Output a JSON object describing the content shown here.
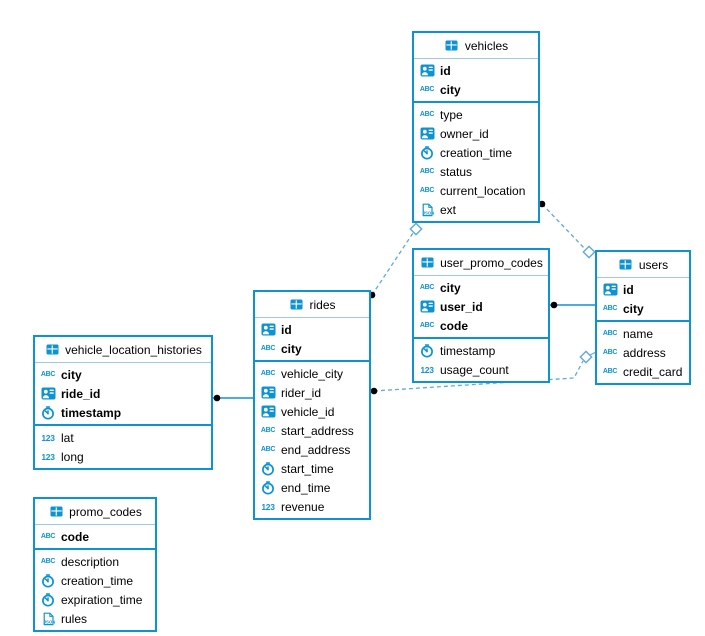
{
  "colors": {
    "accent": "#0e93d1",
    "accent_light": "#9fcae4",
    "dashed_line": "#5fa9dc",
    "dot": "#000000",
    "background": "#ffffff"
  },
  "icon_labels": {
    "text": "ABC",
    "number": "123",
    "json": "JSON"
  },
  "icon_names": {
    "table": "table-icon",
    "uuid": "id-badge-icon",
    "text": "abc-text-type-icon",
    "number": "numeric-type-icon",
    "timestamp": "clock-icon",
    "json": "json-type-icon"
  },
  "tables": [
    {
      "key": "vehicles",
      "title": "vehicles",
      "pk": [
        {
          "name": "id",
          "type": "uuid"
        },
        {
          "name": "city",
          "type": "text"
        }
      ],
      "cols": [
        {
          "name": "type",
          "type": "text"
        },
        {
          "name": "owner_id",
          "type": "uuid"
        },
        {
          "name": "creation_time",
          "type": "timestamp"
        },
        {
          "name": "status",
          "type": "text"
        },
        {
          "name": "current_location",
          "type": "text"
        },
        {
          "name": "ext",
          "type": "json"
        }
      ]
    },
    {
      "key": "user_promo_codes",
      "title": "user_promo_codes",
      "pk": [
        {
          "name": "city",
          "type": "text"
        },
        {
          "name": "user_id",
          "type": "uuid"
        },
        {
          "name": "code",
          "type": "text"
        }
      ],
      "cols": [
        {
          "name": "timestamp",
          "type": "timestamp"
        },
        {
          "name": "usage_count",
          "type": "number"
        }
      ]
    },
    {
      "key": "users",
      "title": "users",
      "pk": [
        {
          "name": "id",
          "type": "uuid"
        },
        {
          "name": "city",
          "type": "text"
        }
      ],
      "cols": [
        {
          "name": "name",
          "type": "text"
        },
        {
          "name": "address",
          "type": "text"
        },
        {
          "name": "credit_card",
          "type": "text"
        }
      ]
    },
    {
      "key": "rides",
      "title": "rides",
      "pk": [
        {
          "name": "id",
          "type": "uuid"
        },
        {
          "name": "city",
          "type": "text"
        }
      ],
      "cols": [
        {
          "name": "vehicle_city",
          "type": "text"
        },
        {
          "name": "rider_id",
          "type": "uuid"
        },
        {
          "name": "vehicle_id",
          "type": "uuid"
        },
        {
          "name": "start_address",
          "type": "text"
        },
        {
          "name": "end_address",
          "type": "text"
        },
        {
          "name": "start_time",
          "type": "timestamp"
        },
        {
          "name": "end_time",
          "type": "timestamp"
        },
        {
          "name": "revenue",
          "type": "number"
        }
      ]
    },
    {
      "key": "vehicle_location_histories",
      "title": "vehicle_location_histories",
      "pk": [
        {
          "name": "city",
          "type": "text"
        },
        {
          "name": "ride_id",
          "type": "uuid"
        },
        {
          "name": "timestamp",
          "type": "timestamp"
        }
      ],
      "cols": [
        {
          "name": "lat",
          "type": "number"
        },
        {
          "name": "long",
          "type": "number"
        }
      ]
    },
    {
      "key": "promo_codes",
      "title": "promo_codes",
      "pk": [
        {
          "name": "code",
          "type": "text"
        }
      ],
      "cols": [
        {
          "name": "description",
          "type": "text"
        },
        {
          "name": "creation_time",
          "type": "timestamp"
        },
        {
          "name": "expiration_time",
          "type": "timestamp"
        },
        {
          "name": "rules",
          "type": "json"
        }
      ]
    }
  ],
  "relations": [
    {
      "from": "vehicle_location_histories",
      "to": "rides",
      "style": "solid",
      "from_marker": "dot",
      "to_marker": "none"
    },
    {
      "from": "user_promo_codes",
      "to": "users",
      "style": "solid",
      "from_marker": "dot",
      "to_marker": "none"
    },
    {
      "from": "vehicles",
      "to": "users",
      "style": "dashed",
      "from_marker": "dot",
      "to_marker": "diamond"
    },
    {
      "from": "rides",
      "to": "vehicles",
      "style": "dashed",
      "from_marker": "dot",
      "to_marker": "diamond"
    },
    {
      "from": "rides",
      "to": "users",
      "style": "dashed",
      "from_marker": "dot",
      "to_marker": "diamond"
    }
  ]
}
